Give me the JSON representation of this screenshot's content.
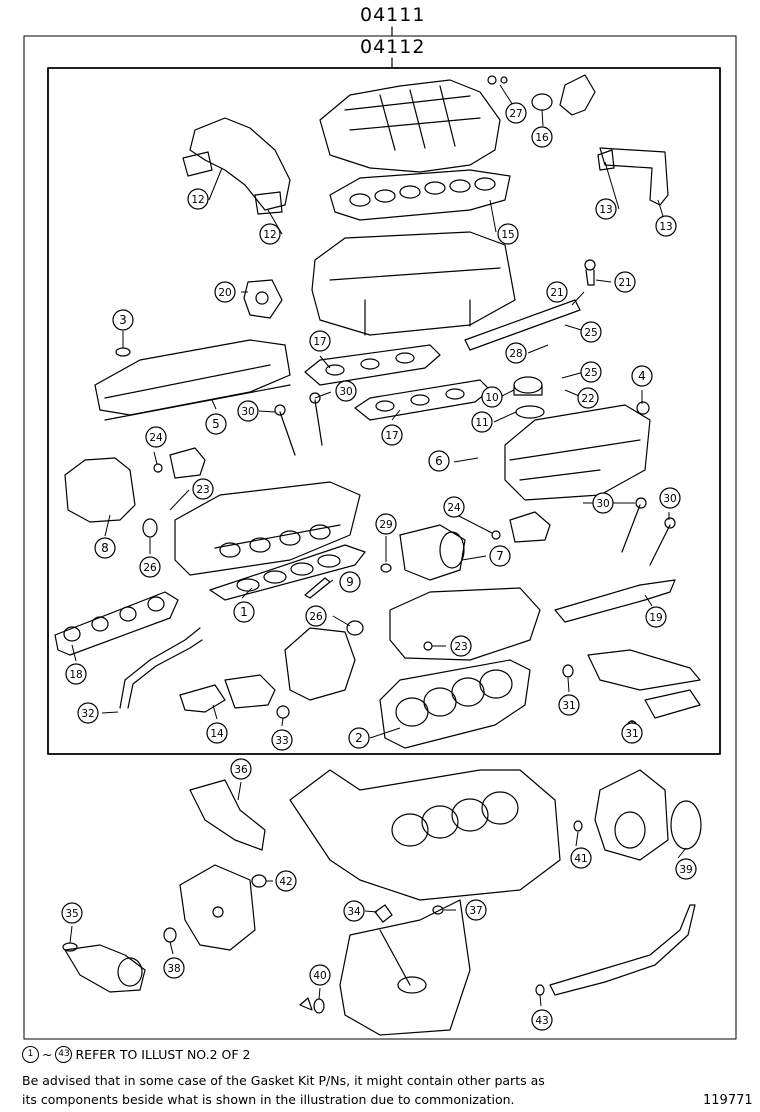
{
  "titles": {
    "outer": "04111",
    "inner": "04112"
  },
  "footer": {
    "ref_start": "1",
    "ref_tilde": "~",
    "ref_end": "43",
    "ref_text": "REFER TO ILLUST NO.2 OF 2",
    "note_line1": "Be advised that in some case of the Gasket Kit P/Ns,  it might contain other parts as",
    "note_line2": "its components beside what is shown in the illustration due to commonization.",
    "figure_id": "119771"
  },
  "callouts": [
    {
      "n": "1"
    },
    {
      "n": "2"
    },
    {
      "n": "3"
    },
    {
      "n": "4"
    },
    {
      "n": "5"
    },
    {
      "n": "6"
    },
    {
      "n": "7"
    },
    {
      "n": "8"
    },
    {
      "n": "9"
    },
    {
      "n": "10"
    },
    {
      "n": "11"
    },
    {
      "n": "12"
    },
    {
      "n": "12"
    },
    {
      "n": "13"
    },
    {
      "n": "13"
    },
    {
      "n": "14"
    },
    {
      "n": "15"
    },
    {
      "n": "16"
    },
    {
      "n": "17"
    },
    {
      "n": "17"
    },
    {
      "n": "18"
    },
    {
      "n": "19"
    },
    {
      "n": "20"
    },
    {
      "n": "21"
    },
    {
      "n": "21"
    },
    {
      "n": "22"
    },
    {
      "n": "23"
    },
    {
      "n": "23"
    },
    {
      "n": "24"
    },
    {
      "n": "24"
    },
    {
      "n": "25"
    },
    {
      "n": "25"
    },
    {
      "n": "26"
    },
    {
      "n": "26"
    },
    {
      "n": "27"
    },
    {
      "n": "28"
    },
    {
      "n": "29"
    },
    {
      "n": "30"
    },
    {
      "n": "30"
    },
    {
      "n": "30"
    },
    {
      "n": "30"
    },
    {
      "n": "31"
    },
    {
      "n": "31"
    },
    {
      "n": "32"
    },
    {
      "n": "33"
    },
    {
      "n": "34"
    },
    {
      "n": "35"
    },
    {
      "n": "36"
    },
    {
      "n": "37"
    },
    {
      "n": "38"
    },
    {
      "n": "39"
    },
    {
      "n": "40"
    },
    {
      "n": "41"
    },
    {
      "n": "42"
    },
    {
      "n": "43"
    }
  ]
}
